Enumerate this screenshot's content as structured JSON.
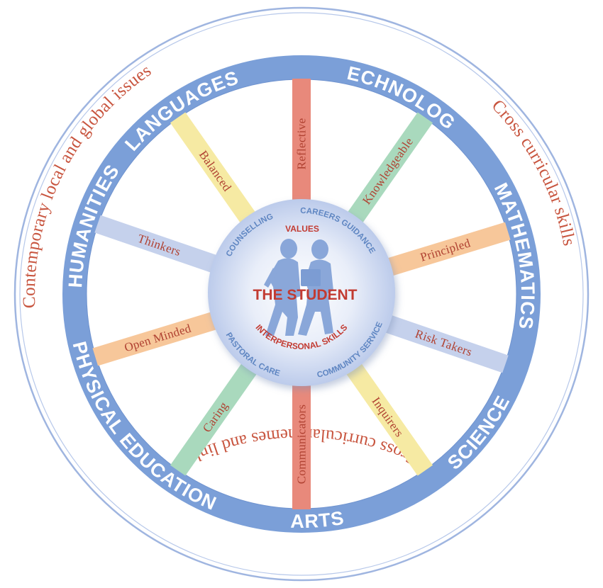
{
  "outer_ring": {
    "top_left": "Contemporary local and global issues",
    "top_right": "Cross curricular skills",
    "bottom": "Cross curricular themes and links"
  },
  "subjects": [
    {
      "label": "TECHNOLOGY",
      "center_angle": 27,
      "span": 32,
      "direction": "cw"
    },
    {
      "label": "MATHEMATICS",
      "center_angle": 80,
      "span": 48,
      "direction": "cw"
    },
    {
      "label": "SCIENCE",
      "center_angle": 128,
      "span": 26,
      "direction": "ccw"
    },
    {
      "label": "ARTS",
      "center_angle": 176,
      "span": 14,
      "direction": "ccw"
    },
    {
      "label": "PHYSICAL EDUCATION",
      "center_angle": 230,
      "span": 64,
      "direction": "ccw"
    },
    {
      "label": "HUMANITIES",
      "center_angle": 288,
      "span": 40,
      "direction": "cw"
    },
    {
      "label": "LANGUAGES",
      "center_angle": 327,
      "span": 36,
      "direction": "cw"
    }
  ],
  "spokes": [
    {
      "label": "Reflective",
      "angle": 0,
      "color": "#e8897b"
    },
    {
      "label": "Knowledgeable",
      "angle": 35,
      "color": "#a9d9bd"
    },
    {
      "label": "Principled",
      "angle": 73,
      "color": "#f7c79a"
    },
    {
      "label": "Risk Takers",
      "angle": 109,
      "color": "#c5d1ec"
    },
    {
      "label": "Inquirers",
      "angle": 145,
      "color": "#f6eaa3"
    },
    {
      "label": "Communicators",
      "angle": 180,
      "color": "#e8897b"
    },
    {
      "label": "Caring",
      "angle": 215,
      "color": "#a9d9bd"
    },
    {
      "label": "Open Minded",
      "angle": 253,
      "color": "#f7c79a"
    },
    {
      "label": "Thinkers",
      "angle": 289,
      "color": "#c5d1ec"
    },
    {
      "label": "Balanced",
      "angle": 325,
      "color": "#f6eaa3"
    }
  ],
  "hub": {
    "title": "THE STUDENT",
    "values": "VALUES",
    "interpersonal": "INTERPERSONAL SKILLS",
    "ring_labels": [
      {
        "label": "COUNSELLING",
        "center_angle": 318,
        "span": 44
      },
      {
        "label": "CAREERS GUIDANCE",
        "center_angle": 30,
        "span": 62
      },
      {
        "label": "COMMUNITY SERVICE",
        "center_angle": 140,
        "span": 62
      },
      {
        "label": "PASTORAL CARE",
        "center_angle": 218,
        "span": 50
      }
    ]
  },
  "colors": {
    "ring_blue": "#7b9fd8",
    "ring_blue_dark": "#5f86c6",
    "outer_text_red": "#c8553f",
    "spoke_text": "#b04232",
    "hub_blue": "#5f86c2",
    "hub_red": "#c23b32"
  }
}
